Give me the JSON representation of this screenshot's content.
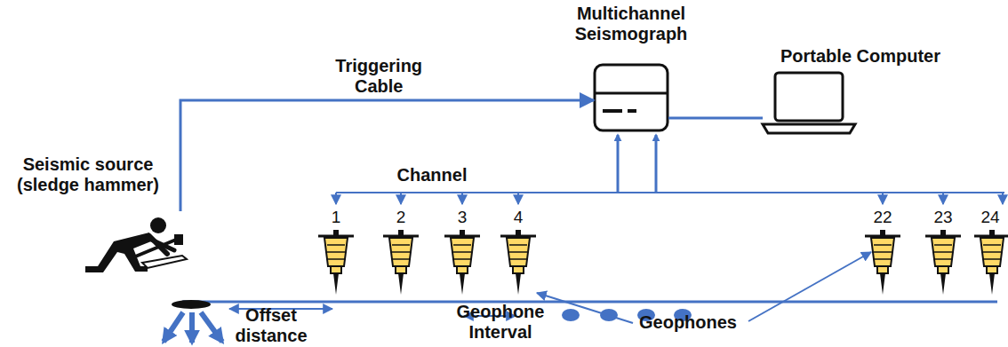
{
  "diagram": {
    "nodes": [
      {
        "text": [
          "Seismic source (sledge hammer)"
        ]
      },
      {
        "text": [
          "Multichannel Seismograph"
        ]
      },
      {
        "text": [
          "Portable Computer"
        ]
      }
    ],
    "edges": [
      {
        "from": 0,
        "to": 1,
        "arrow": "to",
        "label": "Triggering Cable"
      },
      {
        "from": 1,
        "to": 2,
        "arrow": "none"
      }
    ],
    "labels": [
      "Channel",
      "1",
      "2",
      "3",
      "4",
      "22",
      "23",
      "24",
      "Offset distance",
      "Geophone Interval",
      "Geophones"
    ]
  }
}
